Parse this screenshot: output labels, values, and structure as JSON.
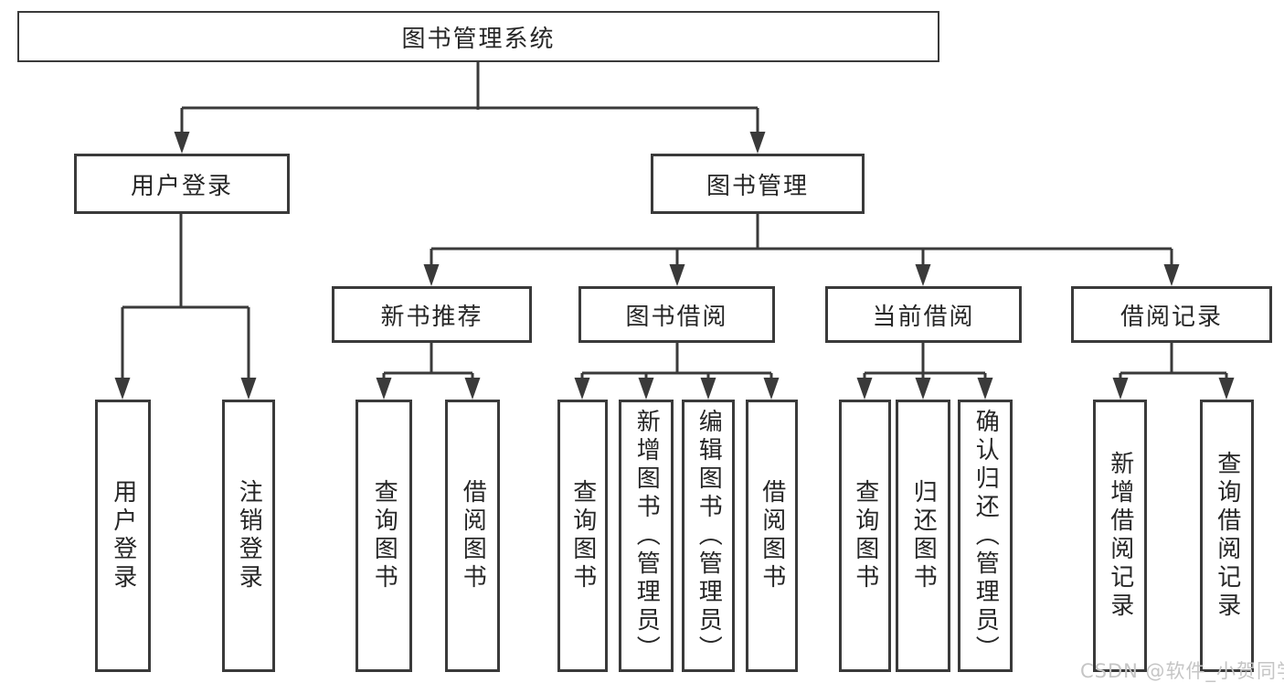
{
  "colors": {
    "line": "#3a3a3a",
    "box_border": "#3a3a3a",
    "text": "#262626",
    "background": "#ffffff",
    "watermark": "#c5c5c5"
  },
  "diagram": {
    "root": {
      "label": "图书管理系统",
      "children": [
        {
          "label": "用户登录",
          "children": [
            {
              "label": "用户登录"
            },
            {
              "label": "注销登录"
            }
          ]
        },
        {
          "label": "图书管理",
          "children": [
            {
              "label": "新书推荐",
              "children": [
                {
                  "label": "查询图书"
                },
                {
                  "label": "借阅图书"
                }
              ]
            },
            {
              "label": "图书借阅",
              "children": [
                {
                  "label": "查询图书"
                },
                {
                  "label": "新增图书（管理员）"
                },
                {
                  "label": "编辑图书（管理员）"
                },
                {
                  "label": "借阅图书"
                }
              ]
            },
            {
              "label": "当前借阅",
              "children": [
                {
                  "label": "查询图书"
                },
                {
                  "label": "归还图书"
                },
                {
                  "label": "确认归还（管理员）"
                }
              ]
            },
            {
              "label": "借阅记录",
              "children": [
                {
                  "label": "新增借阅记录"
                },
                {
                  "label": "查询借阅记录"
                }
              ]
            }
          ]
        }
      ]
    }
  },
  "watermark": {
    "text": "CSDN @软件_小贺同学"
  }
}
